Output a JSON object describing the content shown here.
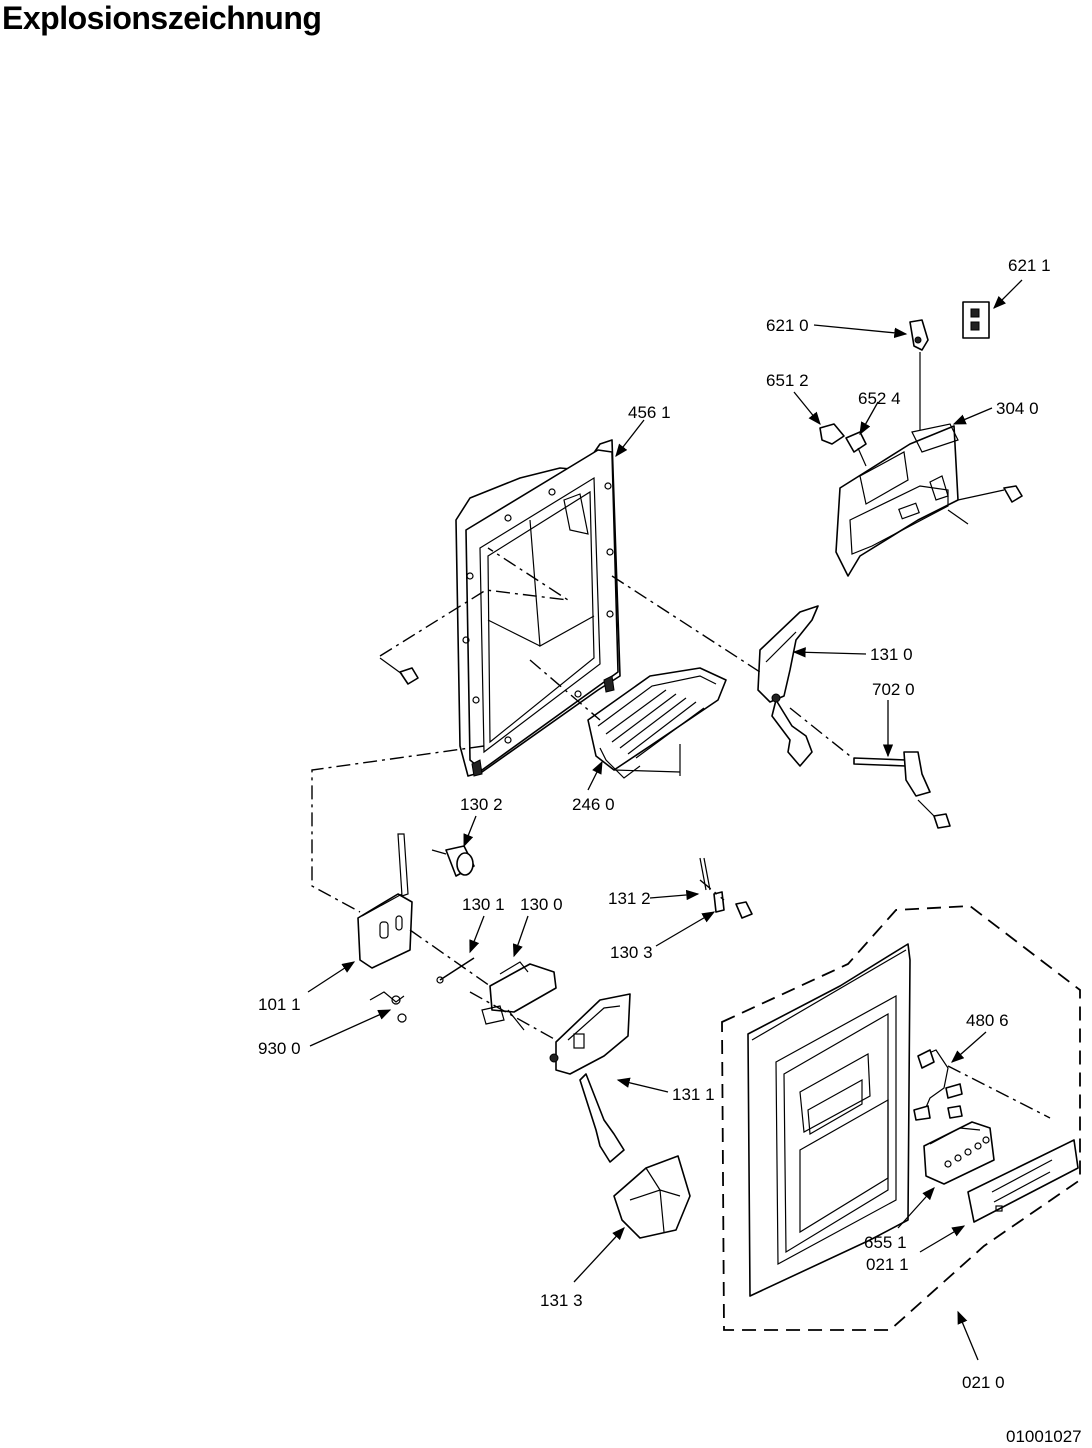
{
  "title": "Explosionszeichnung",
  "drawing_number": "01001027",
  "callouts": [
    {
      "id": "c6211",
      "text": "621  1"
    },
    {
      "id": "c6210",
      "text": "621 0"
    },
    {
      "id": "c6512",
      "text": "651 2"
    },
    {
      "id": "c6524",
      "text": "652 4"
    },
    {
      "id": "c3040",
      "text": "304 0"
    },
    {
      "id": "c4561",
      "text": "456 1"
    },
    {
      "id": "c1310",
      "text": "131 0"
    },
    {
      "id": "c7020",
      "text": "702 0"
    },
    {
      "id": "c1302",
      "text": "130 2"
    },
    {
      "id": "c2460",
      "text": "246 0"
    },
    {
      "id": "c1312",
      "text": "131 2"
    },
    {
      "id": "c1303",
      "text": "130 3"
    },
    {
      "id": "c1301",
      "text": "130 1"
    },
    {
      "id": "c1300",
      "text": "130 0"
    },
    {
      "id": "c1011",
      "text": "101 1"
    },
    {
      "id": "c9300",
      "text": "930 0"
    },
    {
      "id": "c1311",
      "text": "131 1"
    },
    {
      "id": "c4806",
      "text": "480 6"
    },
    {
      "id": "c6551",
      "text": "655 1"
    },
    {
      "id": "c0211",
      "text": "021 1"
    },
    {
      "id": "c1313",
      "text": "131 3"
    },
    {
      "id": "c0210",
      "text": "021 0"
    }
  ]
}
